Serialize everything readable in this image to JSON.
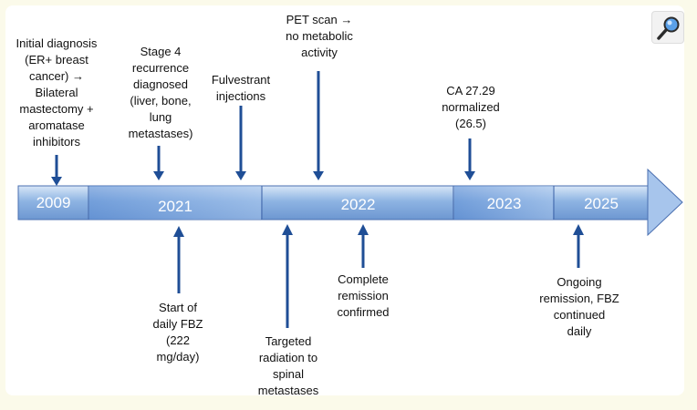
{
  "timeline": {
    "segments": [
      {
        "label": "2009"
      },
      {
        "label": "2021"
      },
      {
        "label": "2022"
      },
      {
        "label": "2023"
      },
      {
        "label": "2025"
      }
    ],
    "events_above": [
      {
        "text": "Initial diagnosis\n(ER+ breast\ncancer) →\nBilateral\nmastectomy +\naromatase\ninhibitors"
      },
      {
        "text": "Stage 4\nrecurrence\ndiagnosed\n(liver, bone,\nlung\nmetastases)"
      },
      {
        "text": "Fulvestrant\ninjections"
      },
      {
        "text": "PET scan →\nno metabolic\nactivity"
      },
      {
        "text": "CA 27.29\nnormalized\n(26.5)"
      }
    ],
    "events_below": [
      {
        "text": "Start of\ndaily FBZ\n(222\nmg/day)"
      },
      {
        "text": "Targeted\nradiation to\nspinal\nmetastases"
      },
      {
        "text": "Complete\nremission\nconfirmed"
      },
      {
        "text": "Ongoing\nremission, FBZ\ncontinued\ndaily"
      }
    ],
    "colors": {
      "bar": "#8eb4e3",
      "bar_dark": "#6d97d1",
      "arrow": "#1f4e96",
      "outline": "#4a6fb0"
    }
  },
  "toolbar": {
    "zoom_icon": "magnifier-icon"
  }
}
